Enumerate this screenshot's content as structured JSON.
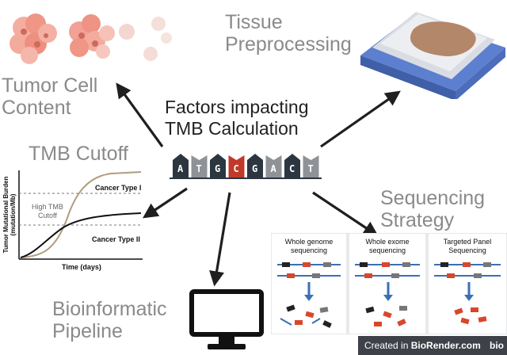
{
  "center": {
    "title_line1": "Factors impacting",
    "title_line2": "TMB Calculation",
    "dna_letters": [
      "A",
      "T",
      "G",
      "C",
      "G",
      "A",
      "C",
      "T"
    ],
    "highlight_index": 3
  },
  "labels": {
    "tumor_cell": [
      "Tumor Cell",
      "Content"
    ],
    "tissue": [
      "Tissue",
      "Preprocessing"
    ],
    "tmb_cutoff": "TMB Cutoff",
    "sequencing": [
      "Sequencing",
      "Strategy"
    ],
    "bioinformatic": [
      "Bioinformatic",
      "Pipeline"
    ]
  },
  "tmb_chart": {
    "ylabel_line1": "Tumor Mutational Burden",
    "ylabel_line2": "(mutation/Mb)",
    "xlabel": "Time (days)",
    "cancer_type_1": "Cancer Type I",
    "cancer_type_2": "Cancer Type II",
    "high_tmb_line1": "High TMB",
    "high_tmb_line2": "Cutoff"
  },
  "sequencing_panels": {
    "whole_genome": [
      "Whole genome",
      "sequencing"
    ],
    "whole_exome": [
      "Whole exome",
      "sequencing"
    ],
    "targeted": [
      "Targeted Panel",
      "Sequencing"
    ]
  },
  "footer": {
    "prefix": "Created in",
    "brand": "BioRender.com",
    "mark": "bio"
  },
  "colors": {
    "arrow": "#1f1f1f",
    "gray_text": "#8a8a8a",
    "dna_dark": "#2b3640",
    "dna_gray": "#8f9296",
    "dna_red": "#c0392b",
    "cell_red": "#e07a6b",
    "seq_blue": "#3a6fb5",
    "seq_red": "#d9472b"
  }
}
